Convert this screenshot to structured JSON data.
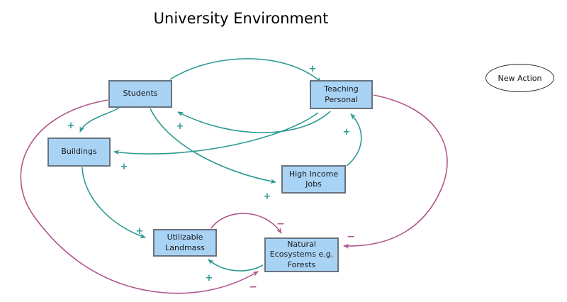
{
  "title": "University Environment",
  "colors": {
    "positive_link": "#2c9a92",
    "negative_link": "#b0558c",
    "node_fill": "#a9d3f5",
    "node_border": "#68737e"
  },
  "new_action": {
    "label": "New Action"
  },
  "nodes": [
    {
      "id": "students",
      "label": "Students"
    },
    {
      "id": "teaching-personal",
      "label": "Teaching Personal"
    },
    {
      "id": "buildings",
      "label": "Buildings"
    },
    {
      "id": "high-income-jobs",
      "label": "High Income Jobs"
    },
    {
      "id": "utilizable-landmass",
      "label": "Utilizable Landmass"
    },
    {
      "id": "natural-ecosystems",
      "label": "Natural Ecosystems e.g. Forests"
    }
  ],
  "edges": [
    {
      "from": "Students",
      "to": "Teaching Personal",
      "polarity": "positive",
      "sign": "+"
    },
    {
      "from": "Teaching Personal",
      "to": "Students",
      "polarity": "positive",
      "sign": "+"
    },
    {
      "from": "Teaching Personal",
      "to": "Buildings",
      "polarity": "positive",
      "sign": "+"
    },
    {
      "from": "Students",
      "to": "Buildings",
      "polarity": "positive",
      "sign": "+"
    },
    {
      "from": "Students",
      "to": "High Income Jobs",
      "polarity": "positive",
      "sign": "+"
    },
    {
      "from": "High Income Jobs",
      "to": "Teaching Personal",
      "polarity": "positive",
      "sign": "+"
    },
    {
      "from": "Buildings",
      "to": "Utilizable Landmass",
      "polarity": "positive",
      "sign": "+"
    },
    {
      "from": "Natural Ecosystems e.g. Forests",
      "to": "Utilizable Landmass",
      "polarity": "positive",
      "sign": "+"
    },
    {
      "from": "Teaching Personal",
      "to": "Natural Ecosystems e.g. Forests",
      "polarity": "negative",
      "sign": "−"
    },
    {
      "from": "Utilizable Landmass",
      "to": "Natural Ecosystems e.g. Forests",
      "polarity": "negative",
      "sign": "−"
    },
    {
      "from": "Students",
      "to": "Natural Ecosystems e.g. Forests",
      "polarity": "negative",
      "sign": "−"
    }
  ]
}
